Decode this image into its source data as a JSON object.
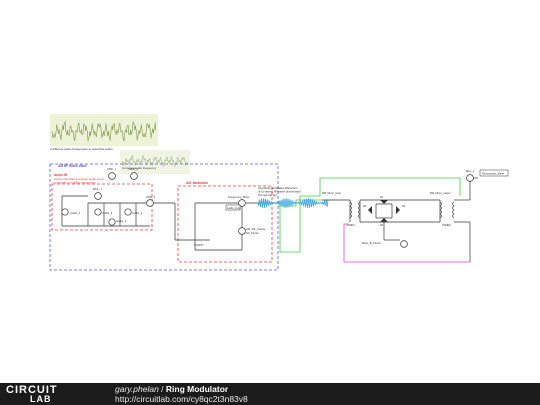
{
  "colors": {
    "wire": "#333333",
    "blue_box": "#5a5ad6",
    "red_box": "#e04040",
    "green_wire": "#44cc44",
    "magenta_wire": "#dd44dd",
    "waveform": "#44aadd",
    "plot_bg": "#eef3d8",
    "plot_line": "#8aa060",
    "footer_bg": "#1b1b1b"
  },
  "diagram": {
    "plot_caption": "4 different audio frequencies to resemble audio",
    "plot_caption2": "Complex audio frequency",
    "am_box_label": "AM RF Radio Wave",
    "audio_in_title": "Audio IN",
    "audio_in_desc1": "Used to simulate a complex audio into a",
    "audio_in_desc2": "composite of multiple frequencies",
    "modulator_label": "AM_Modulator",
    "freq_mixer": "Frequency_Mixer",
    "rf_label": "AM_RF_Carrier",
    "adder_labels": [
      "ADD_1",
      "ADD_2",
      "MUL_1",
      "ADD_3"
    ],
    "audio_labels": [
      "Audio_1",
      "Audio_2",
      "Audio_3",
      "Audio_4"
    ],
    "const_label": "CONST",
    "rf_source_label": "RF_Carrier",
    "audio_input_tag": "Audio_input",
    "waveform_caption1": "Amplitude Modulated Waveform",
    "waveform_caption2": "of combined RF wave (transmitted",
    "waveform_caption3": "through the air)",
    "ring_in_label": "RM_Mixer_input",
    "ring_out_label": "RM_Mixer_output",
    "diode_labels": [
      "D1",
      "D2",
      "D3",
      "D4"
    ],
    "xfmr_labels": [
      "XFMR1",
      "XFMR2"
    ],
    "bfo_label": "Mixer_B_Carrier",
    "mul_out_label": "MUL_2",
    "output_tag": "Demodulate_Wave"
  },
  "footer": {
    "logo_top": "CIRCUIT",
    "logo_bottom": "LAB",
    "author": "gary.phelan",
    "separator": " / ",
    "title": "Ring Modulator",
    "url": "http://circuitlab.com/cy8qc2t3n83v8"
  }
}
